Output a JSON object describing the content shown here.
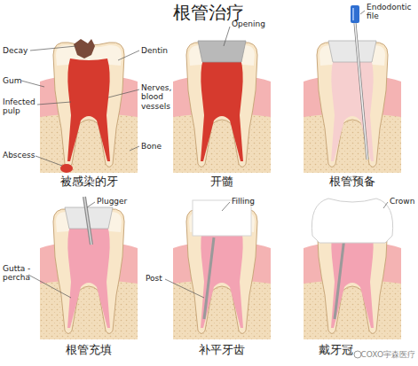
{
  "diagram": {
    "title": "根管治疗",
    "labels": [
      "Decay",
      "Gum",
      "Infected pulp",
      "Abscess",
      "Dentin",
      "Nerves, blood vessels",
      "Bone",
      "被感染的牙",
      "Opening",
      "开髓",
      "Endodontic file",
      "根管预备",
      "Plugger",
      "Gutta - percha",
      "根管充填",
      "Filling",
      "Post",
      "补平牙齿",
      "Crown",
      "戴牙冠",
      "COXO宇森医疗"
    ]
  }
}
